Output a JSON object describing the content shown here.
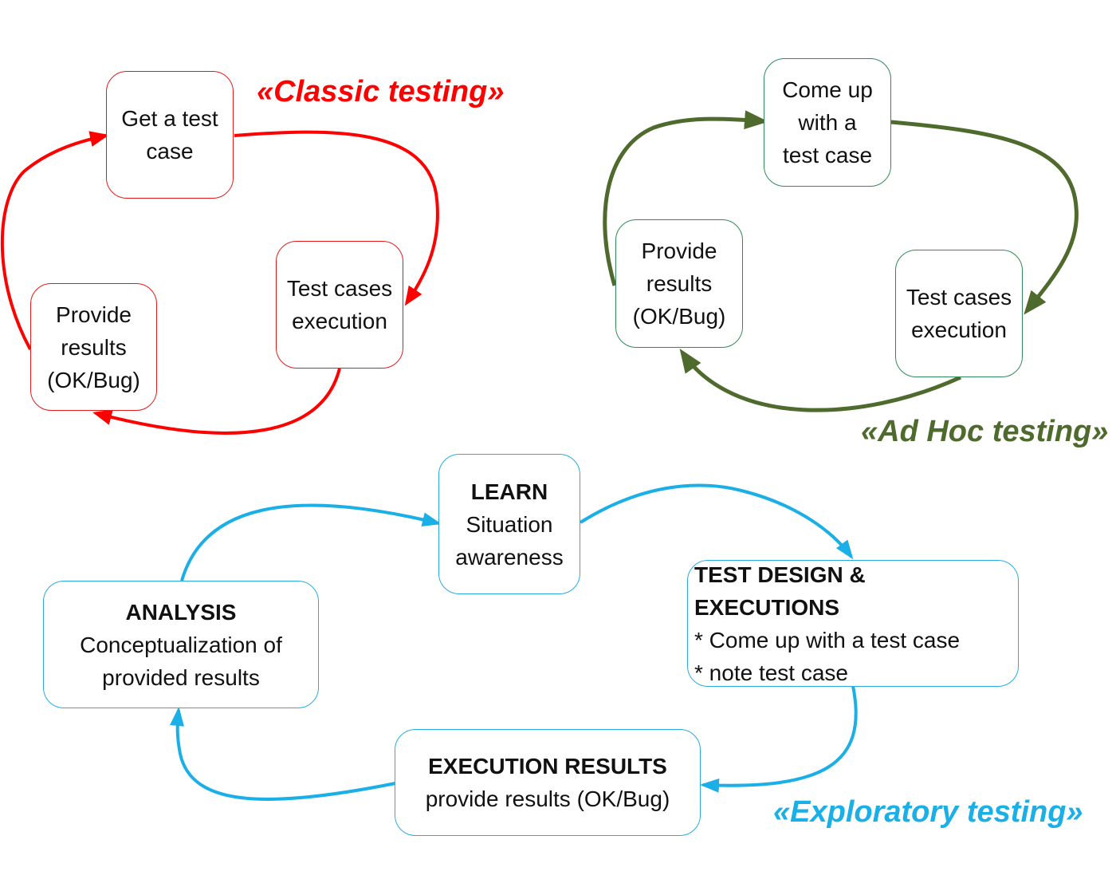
{
  "colors": {
    "classic": "#ff0000",
    "adhoc": "#4e6a2c",
    "exploratory": "#1aafe6",
    "adhoc_box_border": "#2e8b57",
    "exploratory_box_border": "#29abe2"
  },
  "classic": {
    "title": "«Classic testing»",
    "get_test_case": "Get a test case",
    "execution_lines": [
      "Test cases",
      "execution"
    ],
    "results_lines": [
      "Provide",
      "results",
      "(OK/Bug)"
    ]
  },
  "adhoc": {
    "title": "«Ad Hoc testing»",
    "come_up_lines": [
      "Come up",
      "with a",
      "test case"
    ],
    "execution_lines": [
      "Test cases",
      "execution"
    ],
    "results_lines": [
      "Provide",
      "results",
      "(OK/Bug)"
    ]
  },
  "exploratory": {
    "title": "«Exploratory testing»",
    "learn": {
      "heading": "LEARN",
      "lines": [
        "Situation",
        "awareness"
      ]
    },
    "design": {
      "heading": "TEST DESIGN & EXECUTIONS",
      "lines": [
        "* Come up with a test case",
        "* note test case"
      ]
    },
    "results": {
      "heading": "EXECUTION RESULTS",
      "lines": [
        "provide results (OK/Bug)"
      ]
    },
    "analysis": {
      "heading": "ANALYSIS",
      "lines": [
        "Conceptualization of",
        "provided results"
      ]
    }
  }
}
